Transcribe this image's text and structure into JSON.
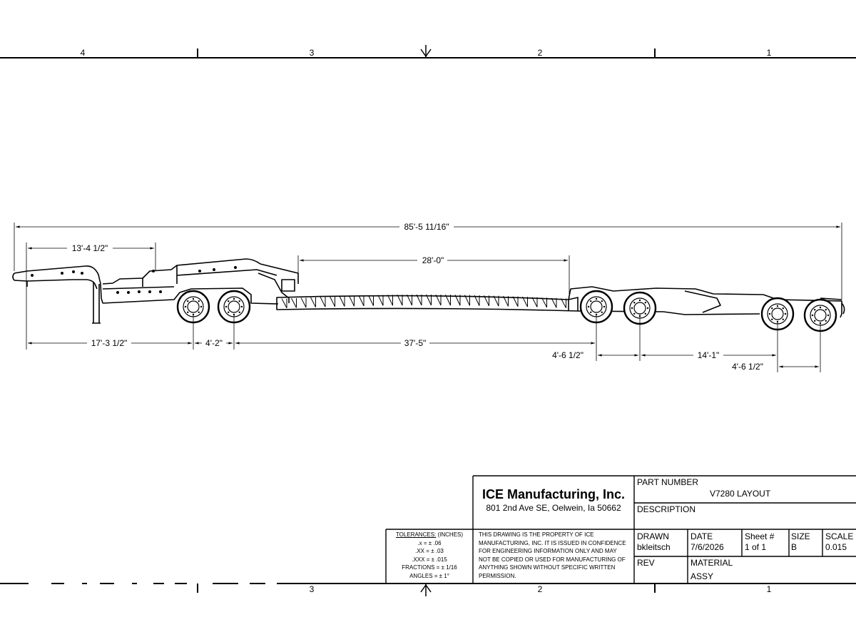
{
  "zones": {
    "top": [
      "4",
      "3",
      "2",
      "1"
    ],
    "bottom": [
      "3",
      "2",
      "1"
    ]
  },
  "dimensions": {
    "overall": "85'-5 11/16\"",
    "gooseneck": "13'-4 1/2\"",
    "deck_length": "28'-0\"",
    "kingpin_to_axle": "17'-3 1/2\"",
    "axle_spacing_front": "4'-2\"",
    "deck_span": "37'-5\"",
    "axle_spacing_mid": "4'-6 1/2\"",
    "jeep_spacing": "14'-1\"",
    "axle_spacing_rear": "4'-6 1/2\""
  },
  "title_block": {
    "company": "ICE Manufacturing, Inc.",
    "address": "801 2nd Ave SE, Oelwein, Ia 50662",
    "part_number_label": "PART NUMBER",
    "part_number": "V7280 LAYOUT",
    "description_label": "DESCRIPTION",
    "drawn_label": "DRAWN",
    "drawn_by": "bkleitsch",
    "date_label": "DATE",
    "date": "7/6/2026",
    "sheet_label": "Sheet #",
    "sheet": "1 of 1",
    "size_label": "SIZE",
    "size": "B",
    "scale_label": "SCALE",
    "scale": "0.015",
    "rev_label": "REV",
    "material_label": "MATERIAL",
    "material": "ASSY",
    "tolerances_title": "TOLERANCES:",
    "tolerances_units": "(INCHES)",
    "tolerances": [
      ".x = ± .06",
      ".XX = ± .03",
      ".XXX = ± .015",
      "FRACTIONS = ± 1/16",
      "ANGLES = ± 1°"
    ],
    "proprietary_notice": "THIS DRAWING IS THE PROPERTY OF ICE MANUFACTURING, INC. IT IS ISSUED IN CONFIDENCE FOR ENGINEERING INFORMATION ONLY AND MAY NOT BE COPIED OR USED FOR MANUFACTURING OF ANYTHING SHOWN WITHOUT SPECIFIC WRITTEN PERMISSION."
  }
}
